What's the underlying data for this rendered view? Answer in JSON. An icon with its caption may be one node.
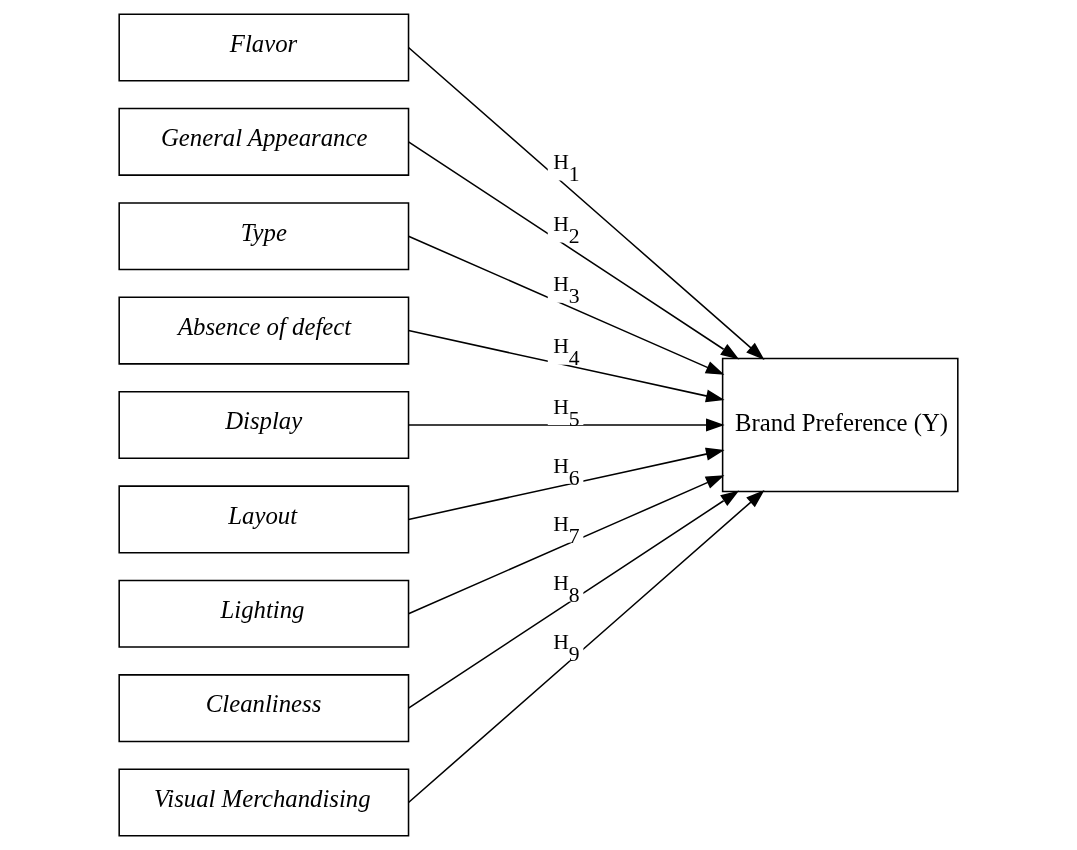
{
  "diagram": {
    "nodes": [
      {
        "text": [
          "Flavor"
        ]
      },
      {
        "text": [
          "General Appearance"
        ]
      },
      {
        "text": [
          "Type"
        ]
      },
      {
        "text": [
          "Absence of defect"
        ]
      },
      {
        "text": [
          "Display"
        ]
      },
      {
        "text": [
          "Layout"
        ]
      },
      {
        "text": [
          "Lighting"
        ]
      },
      {
        "text": [
          "Cleanliness"
        ]
      },
      {
        "text": [
          "Visual Merchandising"
        ]
      },
      {
        "text": [
          "Brand Preference (Y)"
        ]
      }
    ],
    "edges": [
      {
        "from": 0,
        "to": 9,
        "arrow": "to",
        "label": "H$_{1}$"
      },
      {
        "from": 1,
        "to": 9,
        "arrow": "to",
        "label": "H$_{2}$"
      },
      {
        "from": 2,
        "to": 9,
        "arrow": "to",
        "label": "H$_{3}$"
      },
      {
        "from": 3,
        "to": 9,
        "arrow": "to",
        "label": "H$_{4}$"
      },
      {
        "from": 4,
        "to": 9,
        "arrow": "to",
        "label": "H$_{5}$"
      },
      {
        "from": 5,
        "to": 9,
        "arrow": "to",
        "label": "H$_{6}$"
      },
      {
        "from": 6,
        "to": 9,
        "arrow": "to",
        "label": "H$_{7}$"
      },
      {
        "from": 7,
        "to": 9,
        "arrow": "to",
        "label": "H$_{8}$"
      },
      {
        "from": 8,
        "to": 9,
        "arrow": "to",
        "label": "H$_{9}$"
      }
    ]
  }
}
